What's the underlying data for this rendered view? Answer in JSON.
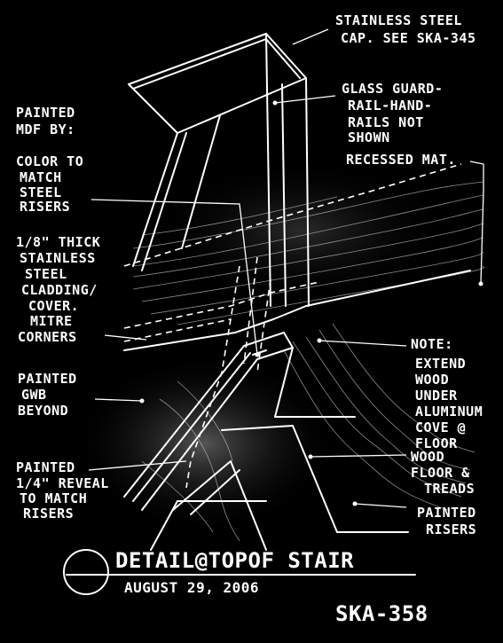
{
  "drawing": {
    "title": "DETAIL@TOPOF STAIR",
    "date": "AUGUST 29, 2006",
    "sheet_number": "SKA-358"
  },
  "labels_right": {
    "steel_cap": [
      "STAINLESS STEEL",
      "CAP. SEE SKA-345"
    ],
    "glass_guardrail": [
      "GLASS GUARD-",
      "RAIL-HAND-",
      "RAILS NOT",
      "SHOWN"
    ],
    "recessed_mat": [
      "RECESSED MAT."
    ],
    "note": [
      "NOTE:",
      "EXTEND",
      "WOOD",
      "UNDER",
      "ALUMINUM",
      "COVE @",
      "FLOOR"
    ],
    "wood_floor": [
      "WOOD",
      "FLOOR &",
      "TREADS"
    ],
    "painted_risers": [
      "PAINTED",
      "RISERS"
    ]
  },
  "labels_left": {
    "painted_mdf": [
      "PAINTED",
      "MDF BY:"
    ],
    "color_match": [
      "COLOR TO",
      "MATCH",
      "STEEL",
      "RISERS"
    ],
    "cladding": [
      "1/8\" THICK",
      "STAINLESS",
      "STEEL",
      "CLADDING/",
      "COVER.",
      "MITRE",
      "CORNERS"
    ],
    "painted_gwb": [
      "PAINTED",
      "GWB",
      "BEYOND"
    ],
    "reveal": [
      "PAINTED",
      "1/4\" REVEAL",
      "TO MATCH",
      "RISERS"
    ]
  },
  "colors": {
    "background": "#000000",
    "ink": "#ffffff"
  }
}
